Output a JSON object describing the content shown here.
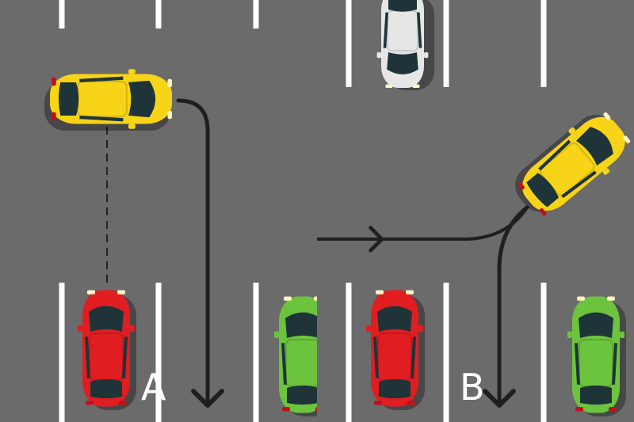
{
  "scene": {
    "background": "#6b6b6b",
    "line_color": "#ffffff",
    "arrow_color": "#1f1f1f",
    "cars": [
      {
        "name": "car-white-top",
        "color": "#e6e6e6"
      },
      {
        "name": "car-yellow-left",
        "color": "#f7d417"
      },
      {
        "name": "car-yellow-right",
        "color": "#f7d417"
      },
      {
        "name": "car-red-a",
        "color": "#e01e22"
      },
      {
        "name": "car-green-middle",
        "color": "#6cc43e"
      },
      {
        "name": "car-red-middle",
        "color": "#e01e22"
      },
      {
        "name": "car-green-right",
        "color": "#6cc43e"
      }
    ]
  },
  "labels": {
    "a": "A",
    "b": "B"
  }
}
